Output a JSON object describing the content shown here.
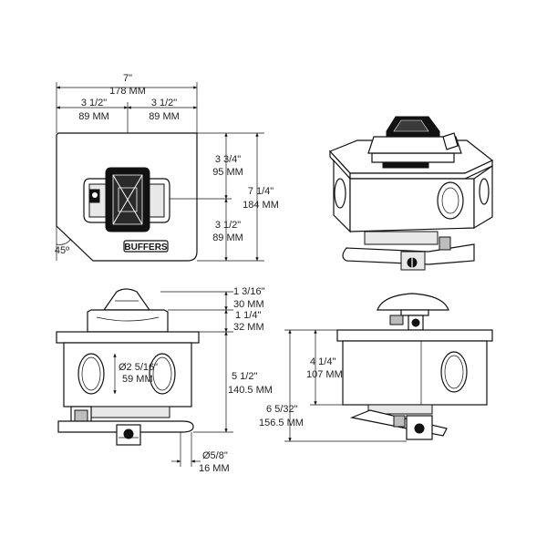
{
  "top_view": {
    "width_in": "7\"",
    "width_mm": "178 MM",
    "half_left_in": "3 1/2\"",
    "half_left_mm": "89 MM",
    "half_right_in": "3 1/2\"",
    "half_right_mm": "89 MM",
    "upper_depth_in": "3 3/4\"",
    "upper_depth_mm": "95 MM",
    "total_depth_in": "7 1/4\"",
    "total_depth_mm": "184 MM",
    "lower_depth_in": "3 1/2\"",
    "lower_depth_mm": "89 MM",
    "chamfer_angle": "45º",
    "logo": "BUFFERS"
  },
  "front_view": {
    "cap_height_in": "1 3/16\"",
    "cap_height_mm": "30 MM",
    "collar_height_in": "1 1/4\"",
    "collar_height_mm": "32 MM",
    "hole_dia_in": "Ø2 5/16\"",
    "hole_dia_mm": "59 MM",
    "body_height_in": "5 1/2\"",
    "body_height_mm": "140.5 MM",
    "pin_dia_in": "Ø5/8\"",
    "pin_dia_mm": "16 MM"
  },
  "side_view": {
    "body_height_in": "4 1/4\"",
    "body_height_mm": "107 MM",
    "total_height_in": "6 5/32\"",
    "total_height_mm": "156.5 MM"
  }
}
